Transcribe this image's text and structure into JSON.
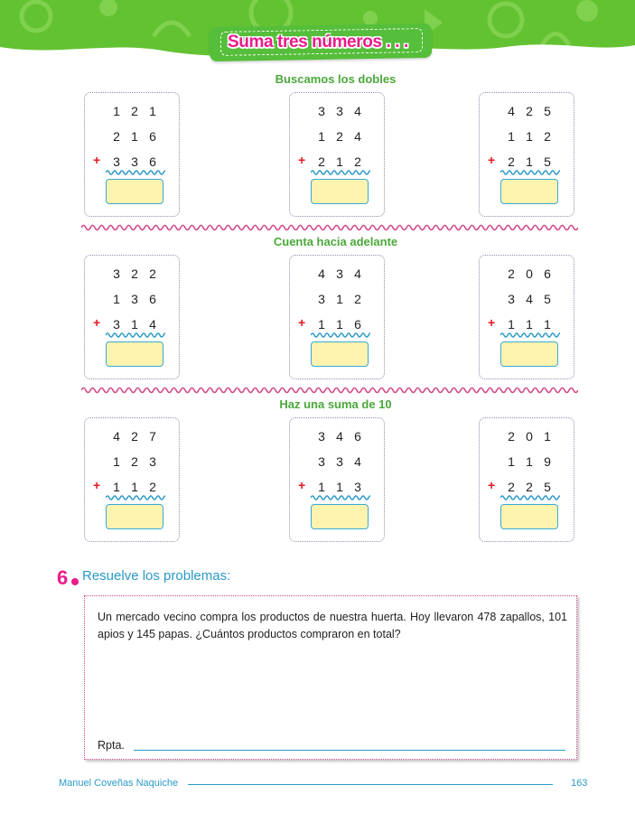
{
  "header": {
    "title": "Suma tres números . . ."
  },
  "sections": [
    {
      "title": "Buscamos los dobles",
      "problems": [
        {
          "rows": [
            "1 2 1",
            "2 1 6",
            "3 3 6"
          ]
        },
        {
          "rows": [
            "3 3 4",
            "1 2 4",
            "2 1 2"
          ]
        },
        {
          "rows": [
            "4 2 5",
            "1 1 2",
            "2 1 5"
          ]
        }
      ]
    },
    {
      "title": "Cuenta hacia adelante",
      "problems": [
        {
          "rows": [
            "3 2 2",
            "1 3 6",
            "3 1 4"
          ]
        },
        {
          "rows": [
            "4 3 4",
            "3 1 2",
            "1 1 6"
          ]
        },
        {
          "rows": [
            "2 0 6",
            "3 4 5",
            "1 1 1"
          ]
        }
      ]
    },
    {
      "title": "Haz  una suma de 10",
      "problems": [
        {
          "rows": [
            "4 2 7",
            "1 2 3",
            "1 1 2"
          ]
        },
        {
          "rows": [
            "3 4 6",
            "3 3 4",
            "1 1 3"
          ]
        },
        {
          "rows": [
            "2 0 1",
            "1 1 9",
            "2 2 5"
          ]
        }
      ]
    }
  ],
  "plus_sign": "+",
  "exercise": {
    "number": "6",
    "instruction": "Resuelve los problemas:",
    "problem_text": "Un mercado vecino compra los productos de nuestra huerta. Hoy llevaron 478 zapallos, 101 apios y 145 papas. ¿Cuántos productos compraron en total?",
    "answer_label": "Rpta."
  },
  "footer": {
    "author": "Manuel Coveñas Naquiche",
    "page_number": "163"
  },
  "colors": {
    "banner_green": "#63c232",
    "title_pink": "#ec1a8c",
    "section_green": "#4aa839",
    "accent_blue": "#2a99c9",
    "answer_fill": "#fff3b0",
    "plus_red": "#e31b23",
    "divider_pink": "#d24c8c"
  }
}
